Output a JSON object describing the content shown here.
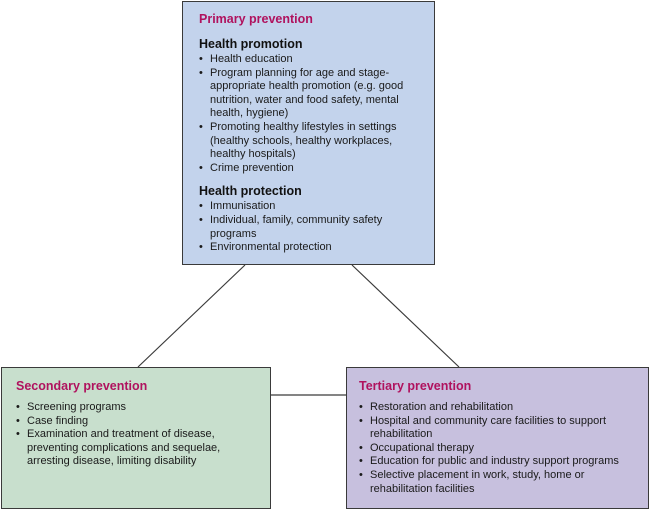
{
  "colors": {
    "title_accent": "#b0125e",
    "primary_fill": "#c3d3ec",
    "secondary_fill": "#c8dfcd",
    "tertiary_fill": "#c7c0de",
    "border": "#3a3a3a"
  },
  "primary": {
    "title": "Primary prevention",
    "health_promotion": {
      "heading": "Health promotion",
      "items": [
        "Health education",
        "Program planning for age and stage-appropriate health promotion (e.g. good nutrition, water and food safety, mental health, hygiene)",
        "Promoting healthy lifestyles in settings (healthy schools, healthy workplaces, healthy hospitals)",
        "Crime prevention"
      ]
    },
    "health_protection": {
      "heading": "Health protection",
      "items": [
        "Immunisation",
        "Individual, family, community safety programs",
        "Environmental protection"
      ]
    }
  },
  "secondary": {
    "title": "Secondary prevention",
    "items": [
      "Screening programs",
      "Case finding",
      "Examination and treatment of disease, preventing complications and sequelae, arresting disease, limiting disability"
    ]
  },
  "tertiary": {
    "title": "Tertiary prevention",
    "items": [
      "Restoration and rehabilitation",
      "Hospital and community care facilities to support rehabilitation",
      "Occupational therapy",
      "Education for public and industry support programs",
      "Selective placement in work, study, home or rehabilitation facilities"
    ]
  }
}
